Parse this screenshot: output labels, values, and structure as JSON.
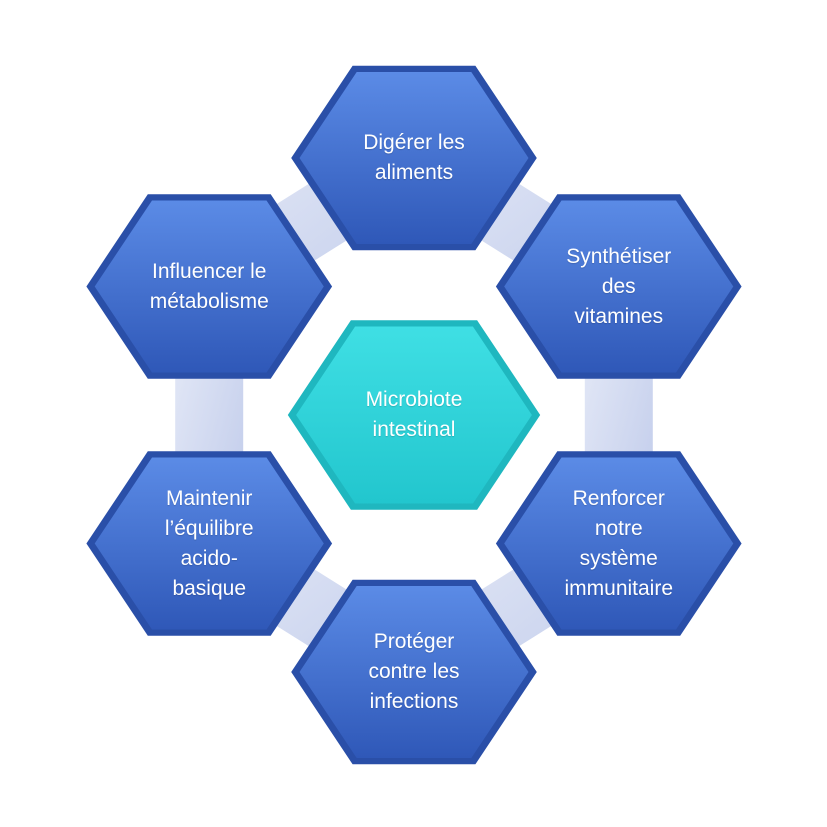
{
  "center": {
    "lines": [
      "Microbiote",
      "intestinal"
    ],
    "color": "#2ED3D9"
  },
  "items": [
    {
      "id": "digest",
      "lines": [
        "Digérer les",
        "aliments"
      ]
    },
    {
      "id": "vitamins",
      "lines": [
        "Synthétiser",
        "des",
        "vitamines"
      ]
    },
    {
      "id": "immune",
      "lines": [
        "Renforcer",
        "notre",
        "système",
        "immunitaire"
      ]
    },
    {
      "id": "infections",
      "lines": [
        "Protéger",
        "contre les",
        "infections"
      ]
    },
    {
      "id": "acid-base",
      "lines": [
        "Maintenir",
        "l’équilibre",
        "acido-",
        "basique"
      ]
    },
    {
      "id": "metabolism",
      "lines": [
        "Influencer le",
        "métabolisme"
      ]
    }
  ],
  "colors": {
    "outer_hex": "#3F6FD2",
    "outer_hex_dark": "#2A4FA8",
    "connector": "#C9D2EE"
  }
}
